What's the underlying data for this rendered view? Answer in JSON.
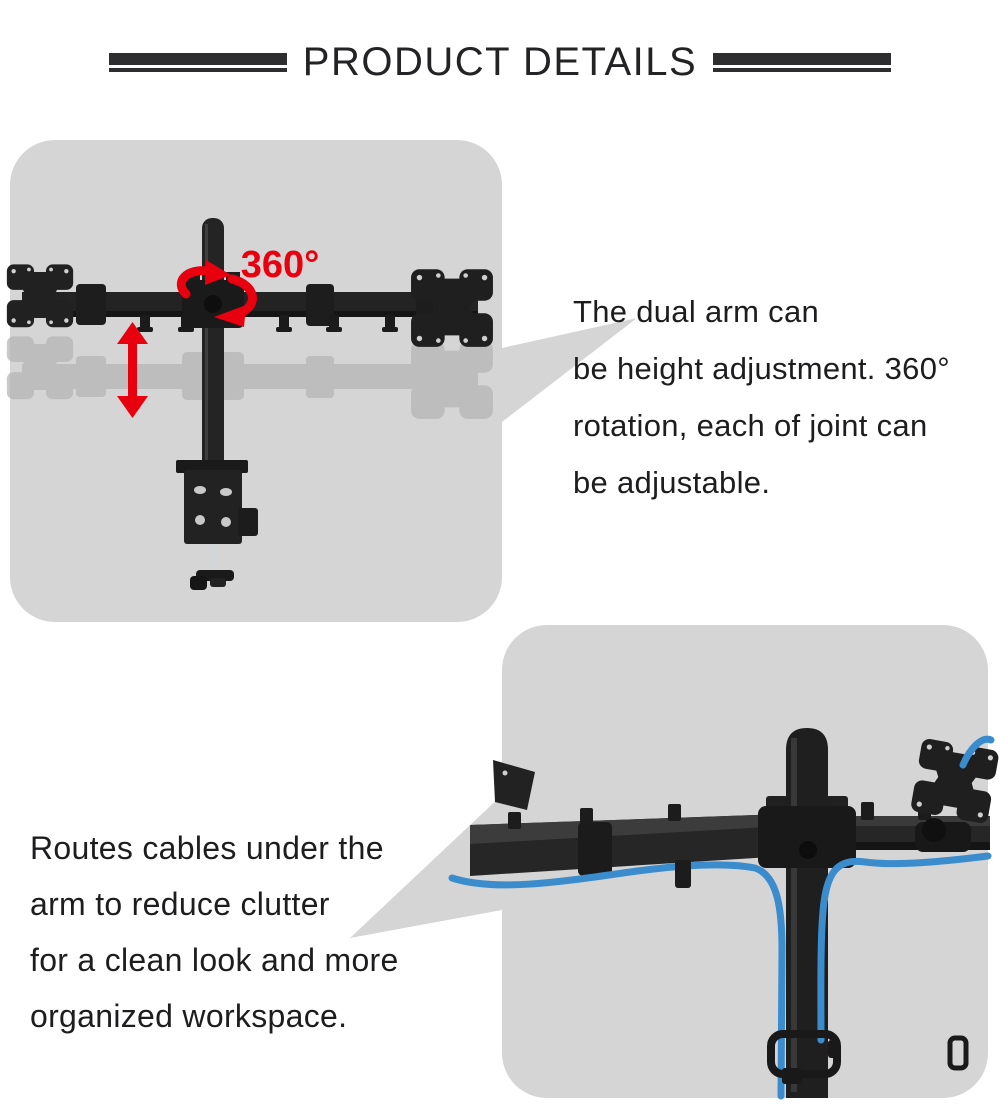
{
  "header": {
    "title": "PRODUCT DETAILS"
  },
  "colors": {
    "panel_gray": "#d5d5d5",
    "product_black": "#212121",
    "accent_red": "#e8000f",
    "cable_blue": "#3b8ccd",
    "text_dark": "#1d1d1f",
    "reflection_gray": "#b6b6b6"
  },
  "sections": [
    {
      "name": "height-and-rotation",
      "image_label": "dual-monitor-arm-with-desk-clamp",
      "badge": "360°",
      "caption_lines": [
        "The dual arm can",
        "be height adjustment. 360°",
        "rotation, each of joint can",
        "be adjustable."
      ]
    },
    {
      "name": "cable-routing",
      "image_label": "monitor-arm-cable-management",
      "caption_lines": [
        "Routes cables under the",
        "arm to reduce clutter",
        "for a clean look and more",
        "organized workspace."
      ]
    }
  ]
}
